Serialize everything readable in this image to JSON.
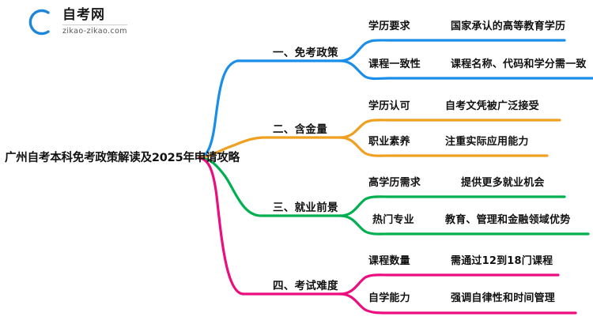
{
  "logo": {
    "name": "自考网",
    "domain": "zikao-zikao.com",
    "mark": "graduation-cap-logo"
  },
  "root": {
    "title": "广州自考本科免考政策解读及2025年申请攻略"
  },
  "colors": {
    "branch1": "#1a8ee8",
    "branch2": "#f0a020",
    "branch3": "#00b050",
    "branch4": "#ec0d7e",
    "text": "#111111",
    "background": "#ffffff"
  },
  "branches": [
    {
      "label": "一、免考政策",
      "color": "#1a8ee8",
      "children": [
        {
          "label": "学历要求",
          "detail": "国家承认的高等教育学历"
        },
        {
          "label": "课程一致性",
          "detail": "课程名称、代码和学分需一致"
        }
      ]
    },
    {
      "label": "二、含金量",
      "color": "#f0a020",
      "children": [
        {
          "label": "学历认可",
          "detail": "自考文凭被广泛接受"
        },
        {
          "label": "职业素养",
          "detail": "注重实际应用能力"
        }
      ]
    },
    {
      "label": "三、就业前景",
      "color": "#00b050",
      "children": [
        {
          "label": "高学历需求",
          "detail": "提供更多就业机会"
        },
        {
          "label": "热门专业",
          "detail": "教育、管理和金融领域优势"
        }
      ]
    },
    {
      "label": "四、考试难度",
      "color": "#ec0d7e",
      "children": [
        {
          "label": "课程数量",
          "detail": "需通过12到18门课程"
        },
        {
          "label": "自学能力",
          "detail": "强调自律性和时间管理"
        }
      ]
    }
  ]
}
